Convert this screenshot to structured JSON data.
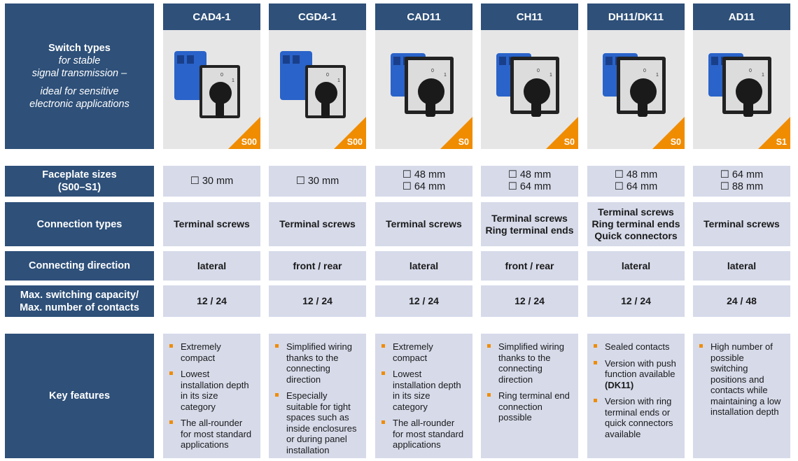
{
  "labels": {
    "switch_types": "Switch types",
    "switch_sub1": "for stable",
    "switch_sub2": "signal transmission  –",
    "switch_sub3": "ideal for sensitive",
    "switch_sub4": "electronic applications",
    "faceplate": "Faceplate sizes",
    "faceplate_sub": "(S00–S1)",
    "connection": "Connection types",
    "direction": "Connecting direction",
    "capacity1": "Max. switching capacity/",
    "capacity2": "Max. number of contacts",
    "features": "Key features"
  },
  "colors": {
    "navy": "#2e5079",
    "cell": "#d6dae9",
    "orange": "#f08c00"
  },
  "products": [
    {
      "name": "CAD4-1",
      "size": "S00",
      "faceplate": [
        "☐ 30 mm"
      ],
      "connection": [
        "Terminal screws"
      ],
      "direction": "lateral",
      "capacity": "12 / 24",
      "features": [
        "Extremely compact",
        "Lowest installation depth in its size category",
        "The all-rounder for most standard applications"
      ]
    },
    {
      "name": "CGD4-1",
      "size": "S00",
      "faceplate": [
        "☐ 30 mm"
      ],
      "connection": [
        "Terminal screws"
      ],
      "direction": "front / rear",
      "capacity": "12 / 24",
      "features": [
        "Simplified wiring thanks to the connecting direction",
        "Especially suitable for tight spaces such as inside enclosures or during panel installation"
      ]
    },
    {
      "name": "CAD11",
      "size": "S0",
      "faceplate": [
        "☐ 48 mm",
        "☐ 64 mm"
      ],
      "connection": [
        "Terminal screws"
      ],
      "direction": "lateral",
      "capacity": "12 / 24",
      "features": [
        "Extremely compact",
        "Lowest installation depth in its size category",
        "The all-rounder for most standard applications"
      ]
    },
    {
      "name": "CH11",
      "size": "S0",
      "faceplate": [
        "☐ 48 mm",
        "☐ 64 mm"
      ],
      "connection": [
        "Terminal screws",
        "Ring terminal ends"
      ],
      "direction": "front / rear",
      "capacity": "12 / 24",
      "features": [
        "Simplified wiring thanks to the connecting direction",
        "Ring terminal end connection possible"
      ]
    },
    {
      "name": "DH11/DK11",
      "size": "S0",
      "faceplate": [
        "☐ 48 mm",
        "☐ 64 mm"
      ],
      "connection": [
        "Terminal screws",
        "Ring terminal ends",
        "Quick connectors"
      ],
      "direction": "lateral",
      "capacity": "12 / 24",
      "features": [
        "Sealed contacts",
        "Version with push function available (DK11)",
        "Version with ring terminal ends or quick connectors available"
      ]
    },
    {
      "name": "AD11",
      "size": "S1",
      "faceplate": [
        "☐ 64 mm",
        "☐ 88 mm"
      ],
      "connection": [
        "Terminal screws"
      ],
      "direction": "lateral",
      "capacity": "24 / 48",
      "features": [
        "High number of possible switching positions and contacts while maintaining a low installation depth"
      ]
    }
  ]
}
